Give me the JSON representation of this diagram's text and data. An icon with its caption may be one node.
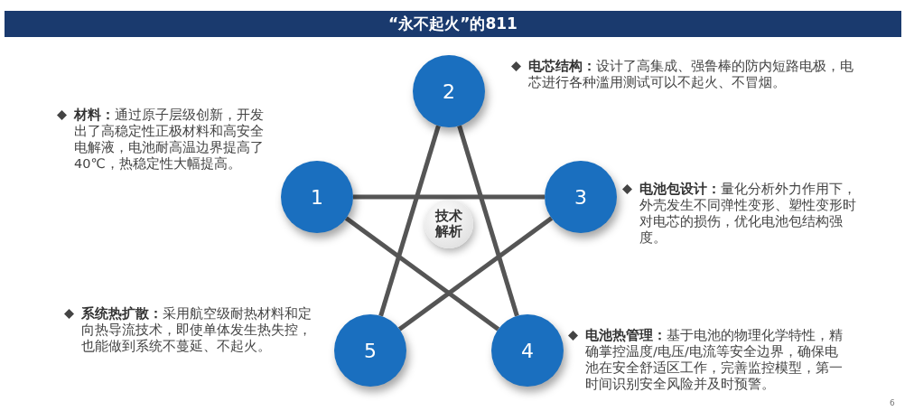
{
  "diagram": {
    "title": "“永不起火”的811",
    "nodes": [
      {
        "text": [
          "技术解析"
        ]
      },
      {
        "text": [
          "1"
        ],
        "beside": [
          "**材料：**通过原子层级创新，开发出了高稳定性正极材料和高安全电解液，电池耐高温边界提高了40℃，热稳定性大幅提高。"
        ]
      },
      {
        "text": [
          "2"
        ],
        "beside": [
          "**电芯结构：**设计了高集成、强鲁棒的防内短路电极，电芯进行各种滥用测试可以不起火、不冒烟。"
        ]
      },
      {
        "text": [
          "3"
        ],
        "beside": [
          "**电池包设计：**量化分析外力作用下，外壳发生不同弹性变形、塑性变形时对电芯的损伤，优化电池包结构强度。"
        ]
      },
      {
        "text": [
          "4"
        ],
        "beside": [
          "**电池热管理：**基于电池的物理化学特性，精确掌控温度/电压/电流等安全边界，确保电池在安全舒适区工作，完善监控模型，第一时间识别安全风险并及时预警。"
        ]
      },
      {
        "text": [
          "5"
        ],
        "beside": [
          "**系统热扩散：**采用航空级耐热材料和定向热导流技术，即使单体发生热失控，也能做到系统不蔓延、不起火。"
        ]
      }
    ],
    "edges": [
      {
        "from": 1,
        "to": 3,
        "arrow": "none"
      },
      {
        "from": 3,
        "to": 5,
        "arrow": "none"
      },
      {
        "from": 5,
        "to": 2,
        "arrow": "none"
      },
      {
        "from": 2,
        "to": 4,
        "arrow": "none"
      },
      {
        "from": 4,
        "to": 1,
        "arrow": "none"
      }
    ],
    "labels": [
      "6"
    ]
  }
}
